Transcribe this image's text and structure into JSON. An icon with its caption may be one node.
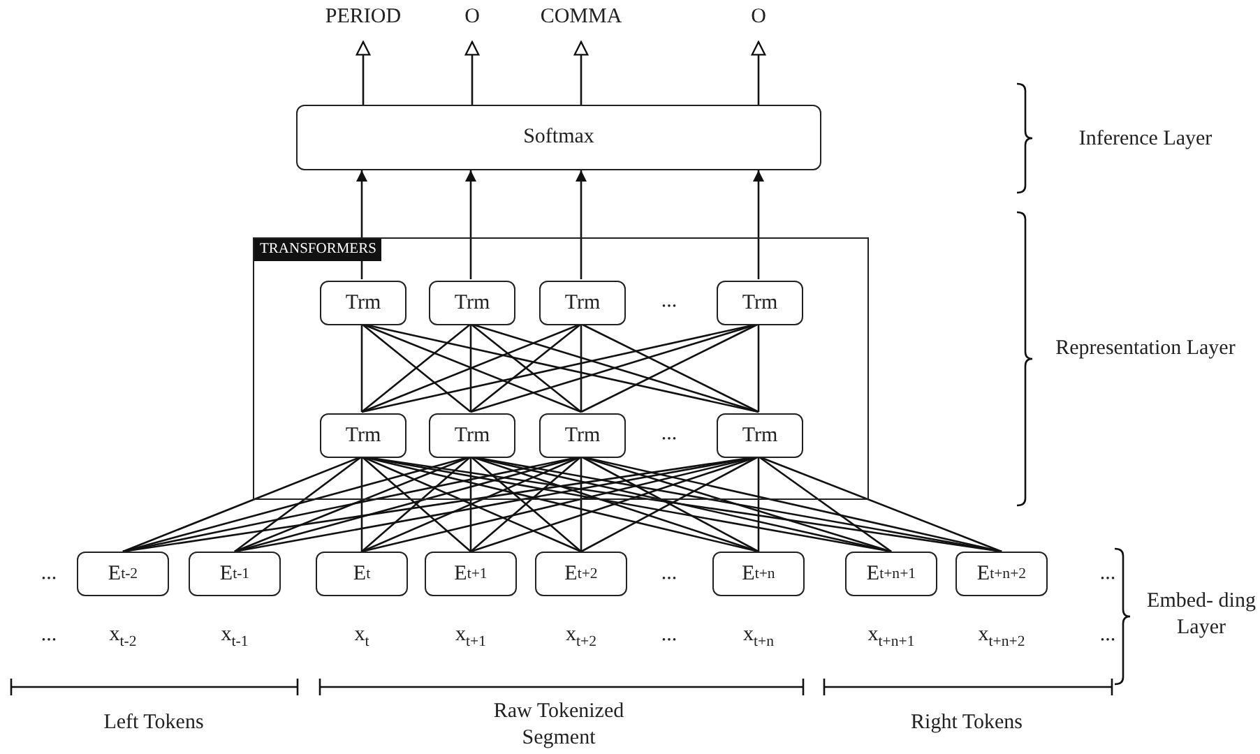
{
  "diagram": {
    "nodes": [
      {
        "text": [
          "PERIOD"
        ]
      },
      {
        "text": [
          "O"
        ]
      },
      {
        "text": [
          "COMMA"
        ]
      },
      {
        "text": [
          "O"
        ]
      },
      {
        "text": [
          "Softmax"
        ]
      },
      {
        "text": [
          "TRANSFORMERS"
        ]
      },
      {
        "text": [
          "Trm"
        ],
        "in": 5
      },
      {
        "text": [
          "Trm"
        ],
        "in": 5
      },
      {
        "text": [
          "Trm"
        ],
        "in": 5
      },
      {
        "text": [
          "Trm"
        ],
        "in": 5
      },
      {
        "text": [
          "Trm"
        ],
        "in": 5
      },
      {
        "text": [
          "Trm"
        ],
        "in": 5
      },
      {
        "text": [
          "Trm"
        ],
        "in": 5
      },
      {
        "text": [
          "Trm"
        ],
        "in": 5
      },
      {
        "text": [
          "E$_{t-2}$"
        ]
      },
      {
        "text": [
          "E$_{t-1}$"
        ]
      },
      {
        "text": [
          "E$_{t}$"
        ]
      },
      {
        "text": [
          "E$_{t+1}$"
        ]
      },
      {
        "text": [
          "E$_{t+2}$"
        ]
      },
      {
        "text": [
          "E$_{t+n}$"
        ]
      },
      {
        "text": [
          "E$_{t+n+1}$"
        ]
      },
      {
        "text": [
          "E$_{t+n+2}$"
        ]
      }
    ],
    "edges": [
      {
        "from": 4,
        "to": 0,
        "arrow": "to"
      },
      {
        "from": 4,
        "to": 1,
        "arrow": "to"
      },
      {
        "from": 4,
        "to": 2,
        "arrow": "to"
      },
      {
        "from": 4,
        "to": 3,
        "arrow": "to"
      },
      {
        "from": 6,
        "to": 4,
        "arrow": "to"
      },
      {
        "from": 7,
        "to": 4,
        "arrow": "to"
      },
      {
        "from": 8,
        "to": 4,
        "arrow": "to"
      },
      {
        "from": 9,
        "to": 4,
        "arrow": "to"
      },
      {
        "from": 10,
        "to": 6,
        "arrow": "none"
      },
      {
        "from": 10,
        "to": 7,
        "arrow": "none"
      },
      {
        "from": 10,
        "to": 8,
        "arrow": "none"
      },
      {
        "from": 10,
        "to": 9,
        "arrow": "none"
      },
      {
        "from": 11,
        "to": 6,
        "arrow": "none"
      },
      {
        "from": 11,
        "to": 7,
        "arrow": "none"
      },
      {
        "from": 11,
        "to": 8,
        "arrow": "none"
      },
      {
        "from": 11,
        "to": 9,
        "arrow": "none"
      },
      {
        "from": 12,
        "to": 6,
        "arrow": "none"
      },
      {
        "from": 12,
        "to": 7,
        "arrow": "none"
      },
      {
        "from": 12,
        "to": 8,
        "arrow": "none"
      },
      {
        "from": 12,
        "to": 9,
        "arrow": "none"
      },
      {
        "from": 13,
        "to": 6,
        "arrow": "none"
      },
      {
        "from": 13,
        "to": 7,
        "arrow": "none"
      },
      {
        "from": 13,
        "to": 8,
        "arrow": "none"
      },
      {
        "from": 13,
        "to": 9,
        "arrow": "none"
      },
      {
        "from": 14,
        "to": 10,
        "arrow": "none"
      },
      {
        "from": 14,
        "to": 11,
        "arrow": "none"
      },
      {
        "from": 14,
        "to": 12,
        "arrow": "none"
      },
      {
        "from": 14,
        "to": 13,
        "arrow": "none"
      },
      {
        "from": 15,
        "to": 10,
        "arrow": "none"
      },
      {
        "from": 15,
        "to": 11,
        "arrow": "none"
      },
      {
        "from": 15,
        "to": 12,
        "arrow": "none"
      },
      {
        "from": 15,
        "to": 13,
        "arrow": "none"
      },
      {
        "from": 16,
        "to": 10,
        "arrow": "none"
      },
      {
        "from": 16,
        "to": 11,
        "arrow": "none"
      },
      {
        "from": 16,
        "to": 12,
        "arrow": "none"
      },
      {
        "from": 16,
        "to": 13,
        "arrow": "none"
      },
      {
        "from": 17,
        "to": 10,
        "arrow": "none"
      },
      {
        "from": 17,
        "to": 11,
        "arrow": "none"
      },
      {
        "from": 17,
        "to": 12,
        "arrow": "none"
      },
      {
        "from": 17,
        "to": 13,
        "arrow": "none"
      },
      {
        "from": 18,
        "to": 10,
        "arrow": "none"
      },
      {
        "from": 18,
        "to": 11,
        "arrow": "none"
      },
      {
        "from": 18,
        "to": 12,
        "arrow": "none"
      },
      {
        "from": 18,
        "to": 13,
        "arrow": "none"
      },
      {
        "from": 19,
        "to": 10,
        "arrow": "none"
      },
      {
        "from": 19,
        "to": 11,
        "arrow": "none"
      },
      {
        "from": 19,
        "to": 12,
        "arrow": "none"
      },
      {
        "from": 19,
        "to": 13,
        "arrow": "none"
      },
      {
        "from": 20,
        "to": 10,
        "arrow": "none"
      },
      {
        "from": 20,
        "to": 11,
        "arrow": "none"
      },
      {
        "from": 20,
        "to": 12,
        "arrow": "none"
      },
      {
        "from": 20,
        "to": 13,
        "arrow": "none"
      },
      {
        "from": 21,
        "to": 10,
        "arrow": "none"
      },
      {
        "from": 21,
        "to": 11,
        "arrow": "none"
      },
      {
        "from": 21,
        "to": 12,
        "arrow": "none"
      },
      {
        "from": 21,
        "to": 13,
        "arrow": "none"
      }
    ],
    "labels": [
      "Inference Layer",
      "...",
      "Representation Layer",
      "...",
      "...",
      "...",
      "...",
      "Embed- ding Layer",
      "...",
      "x$_{t-2}$",
      "x$_{t-1}$",
      "x$_{t}$",
      "x$_{t+1}$",
      "x$_{t+2}$",
      "...",
      "x$_{t+n}$",
      "x$_{t+n+1}$",
      "x$_{t+n+2}$",
      "...",
      "Left Tokens",
      "Raw Tokenized Segment",
      "Right Tokens"
    ]
  }
}
